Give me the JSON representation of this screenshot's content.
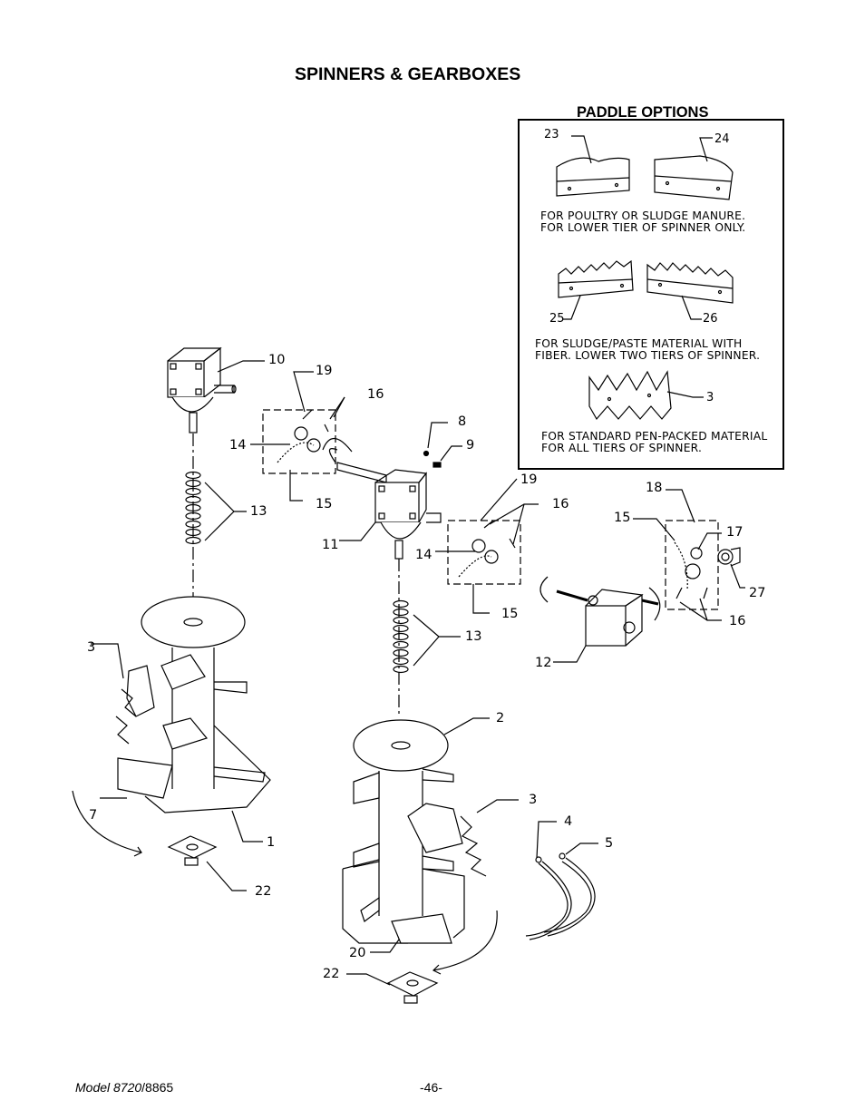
{
  "page": {
    "title": "SPINNERS & GEARBOXES",
    "footer_model_italic": "Model 8720",
    "footer_model_rest": "/8865",
    "page_number": "-46-"
  },
  "paddle_options": {
    "title": "PADDLE OPTIONS",
    "note_poultry_1": "FOR POULTRY OR SLUDGE MANURE.",
    "note_poultry_2": "FOR LOWER TIER OF SPINNER ONLY.",
    "note_sludge_1": "FOR SLUDGE/PASTE MATERIAL WITH",
    "note_sludge_2": "FIBER. LOWER TWO TIERS OF SPINNER.",
    "note_standard_1": "FOR STANDARD PEN-PACKED MATERIAL",
    "note_standard_2": "FOR ALL TIERS OF SPINNER."
  },
  "callouts": {
    "c23": "23",
    "c24": "24",
    "c25": "25",
    "c26": "26",
    "c3_inset": "3",
    "c10": "10",
    "c19a": "19",
    "c16a": "16",
    "c14a": "14",
    "c15a": "15",
    "c13a": "13",
    "c8": "8",
    "c9": "9",
    "c11": "11",
    "c19b": "19",
    "c16b": "16",
    "c14b": "14",
    "c15b": "15",
    "c13b": "13",
    "c18": "18",
    "c15c": "15",
    "c17": "17",
    "c27": "27",
    "c16c": "16",
    "c12": "12",
    "c3a": "3",
    "c7": "7",
    "c1": "1",
    "c22a": "22",
    "c2": "2",
    "c3b": "3",
    "c4": "4",
    "c5": "5",
    "c20": "20",
    "c22b": "22"
  }
}
